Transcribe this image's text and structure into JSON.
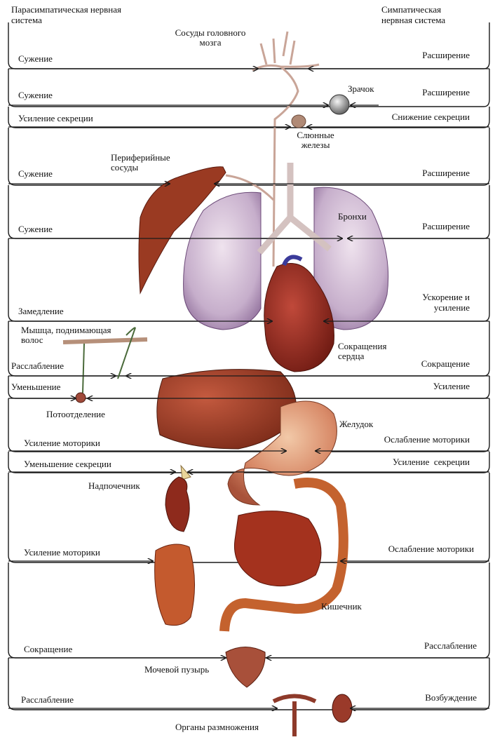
{
  "headers": {
    "parasympathetic": "Парасимпатическая нервная система",
    "sympathetic": "Симпатическая нервная система"
  },
  "organs": {
    "brain_vessels": "Сосуды головного мозга",
    "pupil": "Зрачок",
    "salivary": "Слюнные железы",
    "peripheral": "Периферийные сосуды",
    "bronchi": "Бронхи",
    "hair_muscle": "Мышца, поднимающая волос",
    "heart": "Сокращения сердца",
    "sweat": "Потоотделение",
    "stomach": "Желудок",
    "adrenal": "Надпочечник",
    "intestine": "Кишечник",
    "bladder": "Мочевой пузырь",
    "genitals": "Органы размножения"
  },
  "rows": [
    {
      "left": "Сужение",
      "right": "Расширение"
    },
    {
      "left": "Сужение",
      "right": "Расширение"
    },
    {
      "left": "Усиление секреции",
      "right": "Снижение секреции"
    },
    {
      "left": "Сужение",
      "right": "Расширение"
    },
    {
      "left": "Сужение",
      "right": "Расширение"
    },
    {
      "left": "Замедление",
      "right": "Ускорение и усиление"
    },
    {
      "left": "Расслабление",
      "right": "Сокращение"
    },
    {
      "left": "Уменьшение",
      "right": "Усиление"
    },
    {
      "left": "Усиление моторики",
      "right": "Ослабление моторики"
    },
    {
      "left": "Уменьшение секреции",
      "right": "Усиление  секреции"
    },
    {
      "left": "Усиление моторики",
      "right": "Ослабление моторики"
    },
    {
      "left": "Сокращение",
      "right": "Расслабление"
    },
    {
      "left": "Расслабление",
      "right": "Возбуждение"
    }
  ],
  "colors": {
    "organ_red": "#8e2a1c",
    "lung_purple": "#b79cc0",
    "line": "#1a1a1a"
  }
}
